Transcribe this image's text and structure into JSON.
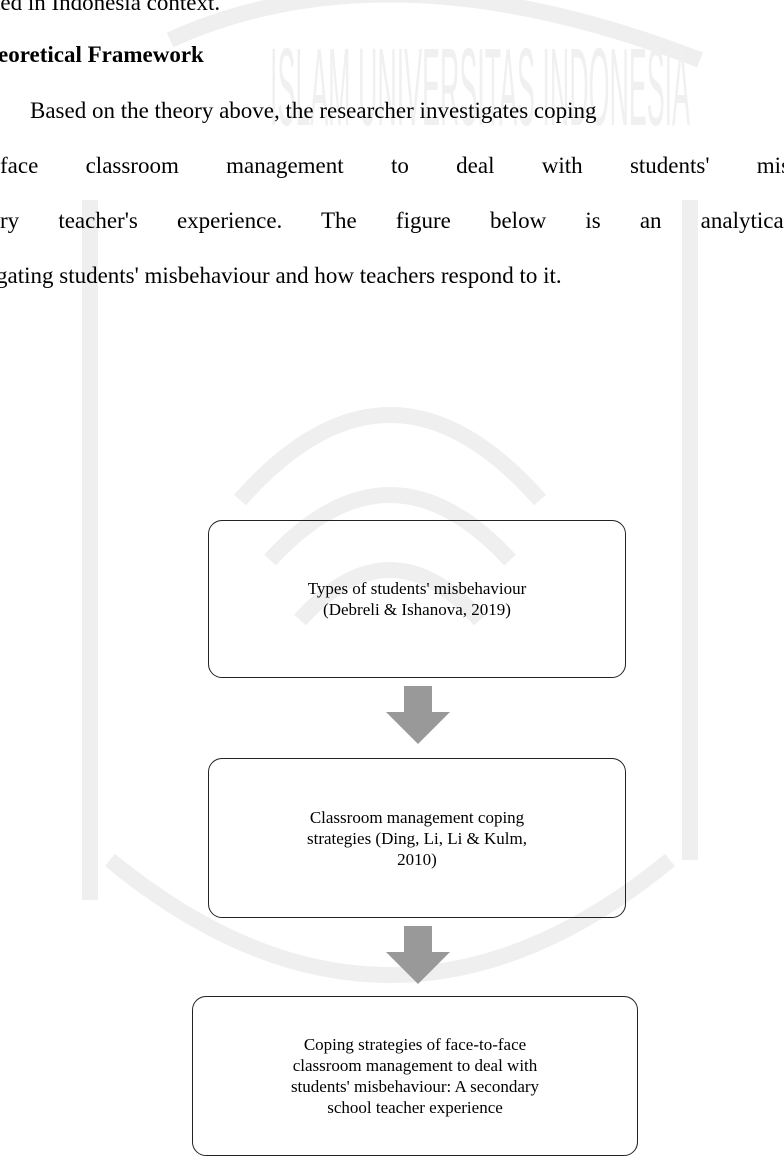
{
  "paragraph": {
    "line1": "ted in Indonesia context.",
    "heading": "eoretical Framework",
    "line2": "Based on the theory above, the researcher investigates coping",
    "line3_words": [
      "face",
      "classroom",
      "management",
      "to",
      "deal",
      "with",
      "students'",
      "mis"
    ],
    "line4_words": [
      "ry",
      "teacher's",
      "experience.",
      "The",
      "figure",
      "below",
      "is",
      "an",
      "analytical"
    ],
    "line5": "gating students' misbehaviour and how teachers respond to it."
  },
  "diagram": {
    "box1": {
      "line1": "Types of students' misbehaviour",
      "line2": "(Debreli & Ishanova, 2019)"
    },
    "box2": {
      "line1": "Classroom management coping",
      "line2": "strategies (Ding, Li, Li & Kulm,",
      "line3": "2010)"
    },
    "box3": {
      "line1": "Coping strategies of face-to-face",
      "line2": "classroom management to deal with",
      "line3": "students' misbehaviour: A secondary",
      "line4": "school teacher experience"
    },
    "arrow_color": "#999999"
  },
  "watermark": {
    "text": "ISLAM UNIVERSITAS INDONESIA",
    "color": "#f1f1f1"
  }
}
